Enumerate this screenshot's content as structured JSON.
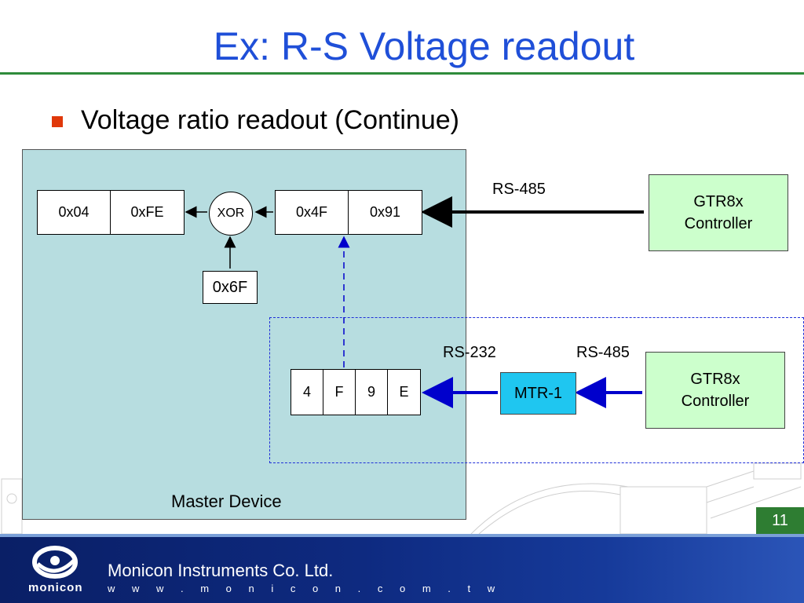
{
  "title": "Ex: R-S Voltage readout",
  "bullet": "Voltage ratio readout (Continue)",
  "master_device": {
    "label": "Master Device"
  },
  "registers": {
    "result": [
      "0x04",
      "0xFE"
    ],
    "received": [
      "0x4F",
      "0x91"
    ],
    "ascii": [
      "4",
      "F",
      "9",
      "E"
    ]
  },
  "xor": {
    "label": "XOR"
  },
  "key": {
    "value": "0x6F"
  },
  "controller_top": {
    "line1": "GTR8x",
    "line2": "Controller"
  },
  "controller_bottom": {
    "line1": "GTR8x",
    "line2": "Controller"
  },
  "mtr": {
    "label": "MTR-1"
  },
  "links": {
    "rs485_top": "RS-485",
    "rs232": "RS-232",
    "rs485_bottom": "RS-485"
  },
  "page_number": "11",
  "footer": {
    "company": "Monicon Instruments Co. Ltd.",
    "website": "w w w . m o n i c o n . c o m . t w",
    "logo_text": "monicon"
  },
  "colors": {
    "title": "#1f4fd8",
    "bullet": "#e0380a",
    "master_fill": "#b7dde0",
    "controller_fill": "#ccffcc",
    "mtr_fill": "#1fc6f0",
    "dashed_link": "#1f2fd8",
    "footer": "#0e2a80",
    "page_badge": "#2e7d32"
  }
}
